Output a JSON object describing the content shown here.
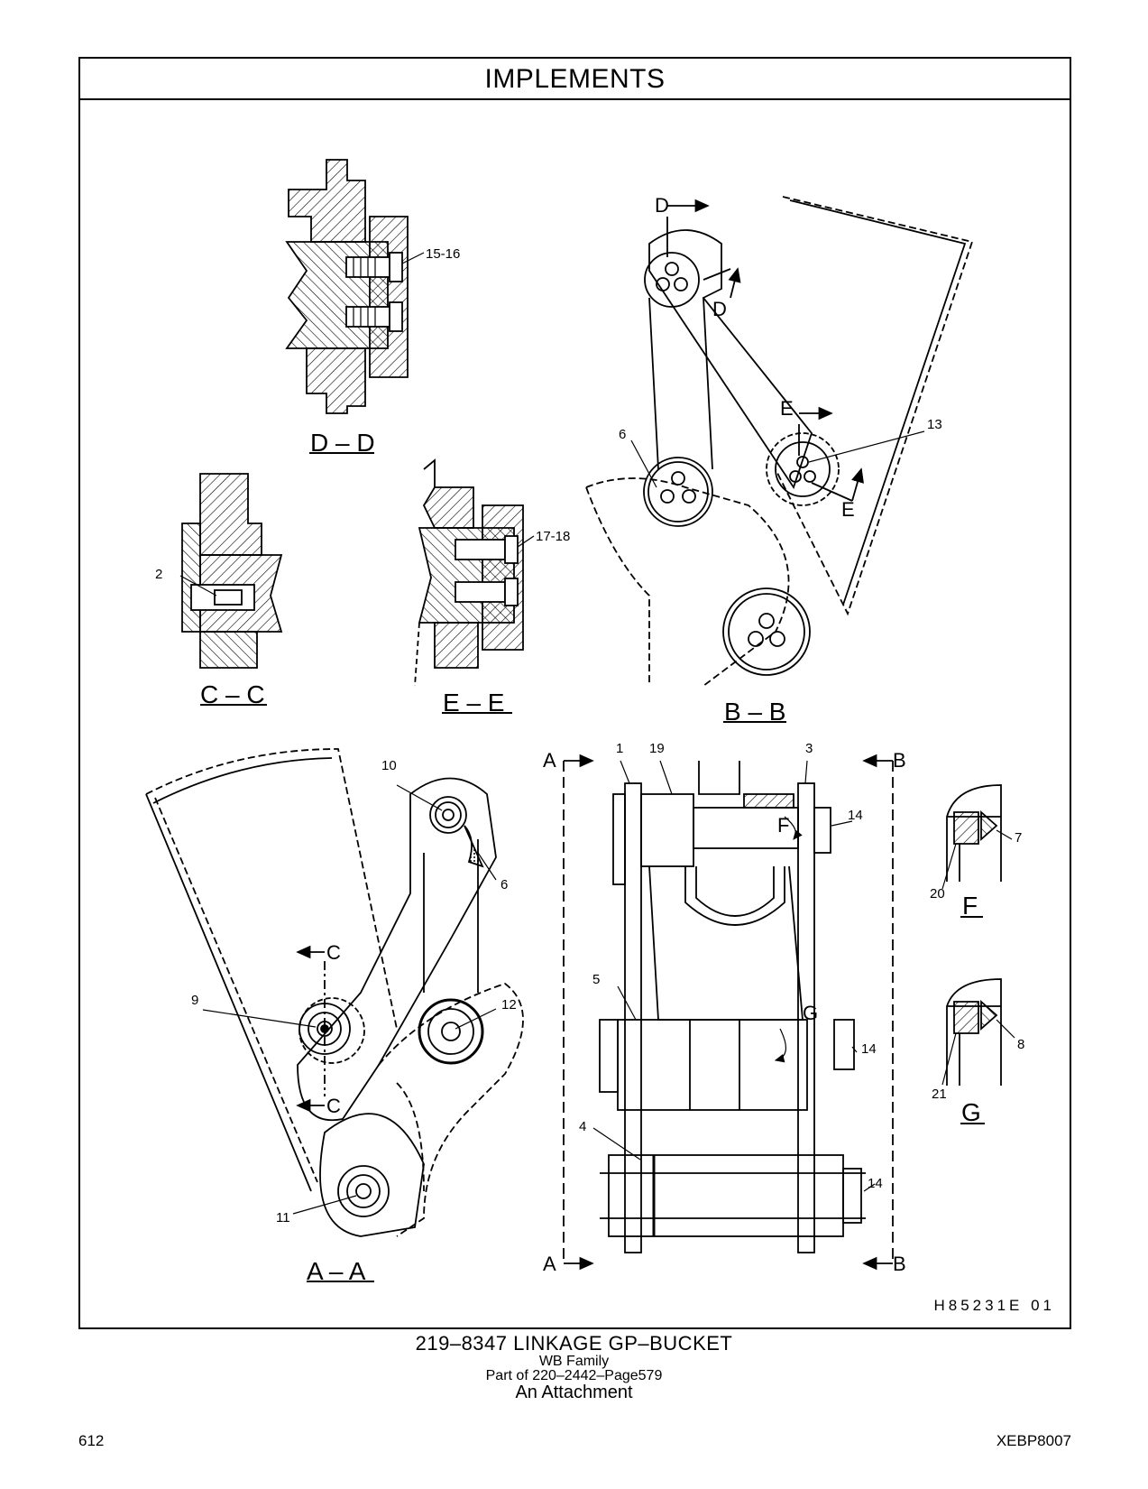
{
  "header": {
    "title": "IMPLEMENTS"
  },
  "views": {
    "dd": "D – D",
    "cc": "C – C",
    "ee": "E – E",
    "bb": "B – B",
    "aa": "A – A",
    "f": "F",
    "g": "G"
  },
  "callouts": {
    "c1": "1",
    "c2": "2",
    "c3": "3",
    "c4": "4",
    "c5": "5",
    "c6": "6",
    "c7": "7",
    "c8": "8",
    "c9": "9",
    "c10": "10",
    "c11": "11",
    "c12": "12",
    "c13": "13",
    "c14": "14",
    "c1516": "15-16",
    "c1718": "17-18",
    "c19": "19",
    "c20": "20",
    "c21": "21"
  },
  "section_letters": {
    "a": "A",
    "b": "B",
    "c": "C",
    "d": "D",
    "e": "E",
    "f": "F",
    "g": "G"
  },
  "drawing_code": "H85231E   01",
  "caption": {
    "title": "219–8347   LINKAGE  GP–BUCKET",
    "family": "WB  Family",
    "part": "Part of 220–2442–Page579",
    "note": "An Attachment"
  },
  "footer": {
    "page_number": "612",
    "doc_code": "XEBP8007"
  }
}
